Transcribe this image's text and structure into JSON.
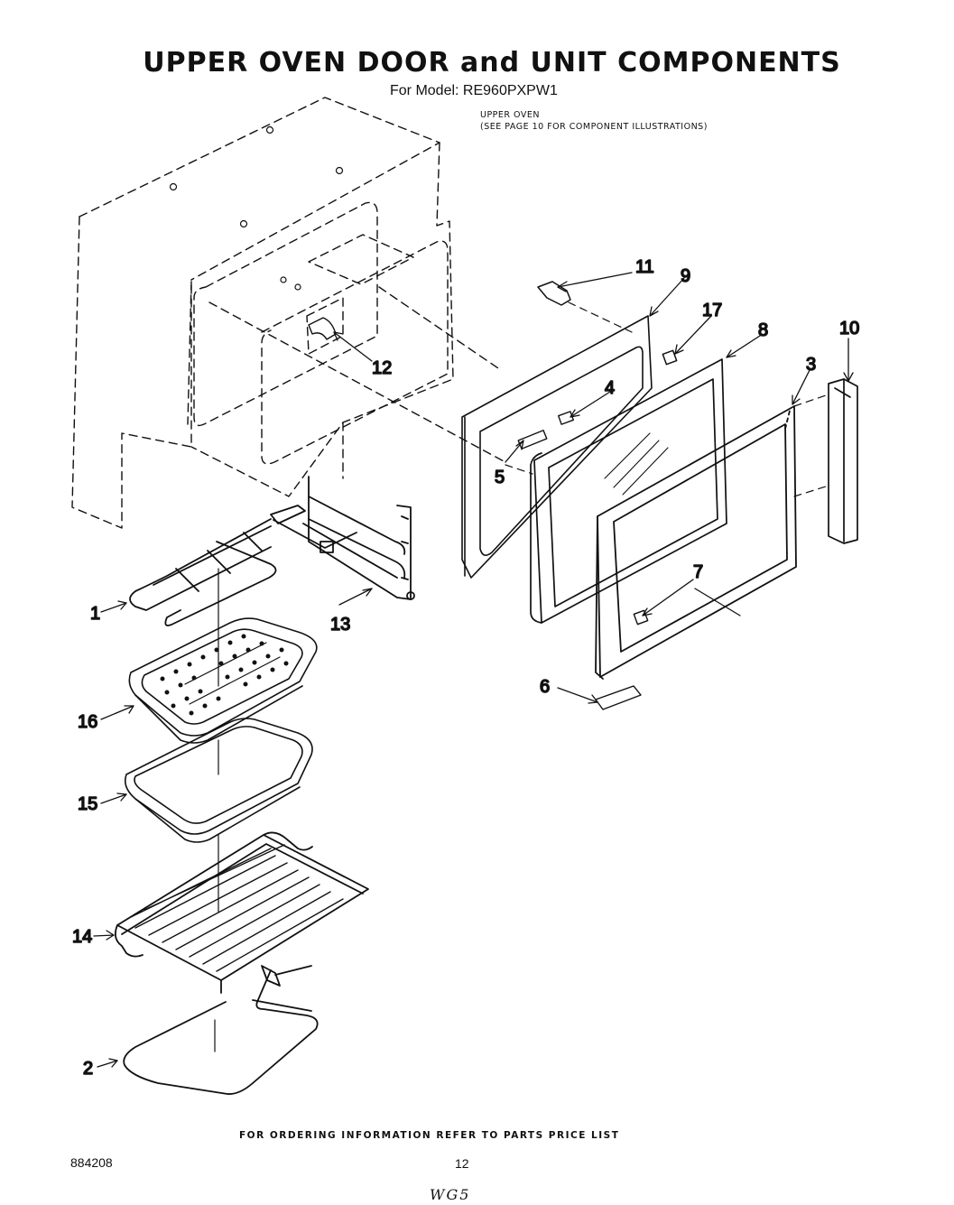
{
  "header": {
    "title": "UPPER OVEN DOOR and UNIT COMPONENTS",
    "model": "For Model: RE960PXPW1"
  },
  "reference_note": {
    "line1": "UPPER OVEN",
    "line2": "(SEE PAGE 10 FOR COMPONENT ILLUSTRATIONS)"
  },
  "part_callouts": [
    "1",
    "2",
    "3",
    "4",
    "5",
    "6",
    "7",
    "8",
    "9",
    "10",
    "11",
    "12",
    "13",
    "14",
    "15",
    "16",
    "17"
  ],
  "footer": {
    "ordering_note": "FOR ORDERING INFORMATION REFER TO PARTS PRICE LIST",
    "doc_number": "884208",
    "page_number": "12",
    "handwritten_mark": "WG5"
  }
}
